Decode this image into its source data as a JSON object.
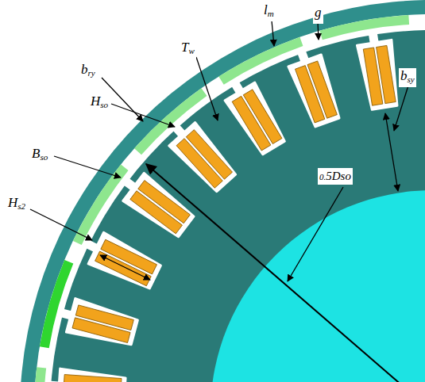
{
  "diagram": {
    "labels": [
      "lm",
      "g",
      "Tw",
      "bry",
      "Hso",
      "bsy",
      "Bso",
      "Hs2",
      "0.5Dso"
    ]
  }
}
